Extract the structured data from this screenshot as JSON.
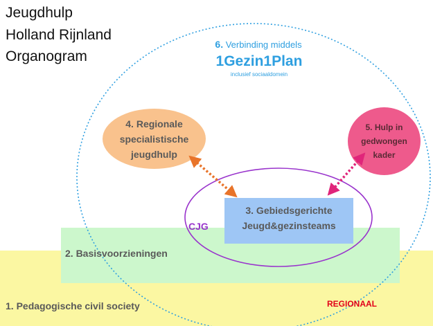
{
  "title": {
    "line1": "Jeugdhulp",
    "line2": "Holland Rijnland",
    "line3": "Organogram"
  },
  "nodes": {
    "verbinding": {
      "number": "6.",
      "text": "Verbinding middels",
      "plan": "1Gezin1Plan",
      "sub": "inclusief sociaaldomein"
    },
    "regionale": {
      "line1": "4. Regionale",
      "line2": "specialistische",
      "line3": "jeugdhulp"
    },
    "hulp": {
      "line1": "5. Hulp in",
      "line2": "gedwongen",
      "line3": "kader"
    },
    "gebied": {
      "line1": "3. Gebiedsgerichte",
      "line2": "Jeugd&gezinsteams"
    },
    "cjg": "CJG",
    "basis": "2. Basisvoorzieningen",
    "civil": "1. Pedagogische civil society",
    "regionaal": "REGIONAAL"
  },
  "colors": {
    "civil": "#fbf7a2",
    "basis": "#ccf7cc",
    "gebied": "#9ec6f5",
    "regionale": "#f9c28d",
    "hulp": "#ee5a8c",
    "cjg_ring": "#9933cc",
    "outer_ring": "#2e9fe0",
    "arrow_orange": "#e8742a",
    "arrow_pink": "#e0257a",
    "regionaal_text": "#e2001a"
  }
}
